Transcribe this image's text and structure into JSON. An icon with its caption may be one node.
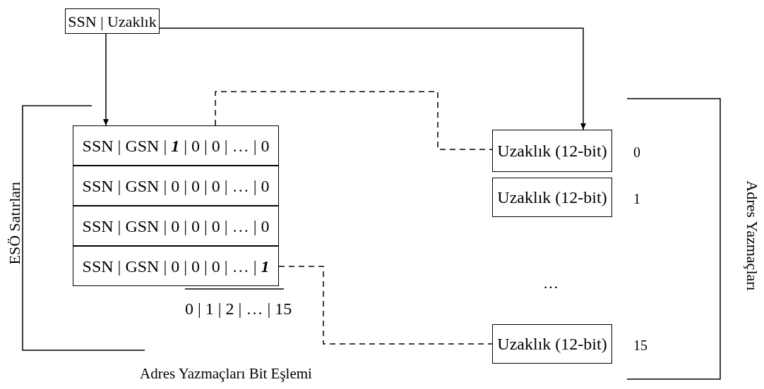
{
  "diagram": {
    "nodes": [
      {
        "text": [
          "SSN | Uzaklık"
        ]
      },
      {
        "text": [
          "SSN | GSN | **1** | 0 | 0 | … | 0"
        ]
      },
      {
        "text": [
          "SSN | GSN | 0 | 0 | 0 | … | 0"
        ]
      },
      {
        "text": [
          "SSN | GSN | 0 | 0 | 0 | … | 0"
        ]
      },
      {
        "text": [
          "SSN | GSN | 0 | 0 | 0 | … | **1**"
        ]
      },
      {
        "text": [
          "Uzaklık (12-bit)"
        ],
        "beside": [
          "0"
        ]
      },
      {
        "text": [
          "Uzaklık (12-bit)"
        ],
        "beside": [
          "1"
        ]
      },
      {
        "text": [
          "Uzaklık (12-bit)"
        ],
        "beside": [
          "15"
        ]
      }
    ],
    "edges": [
      {
        "from": 0,
        "to": 1,
        "arrow": "to"
      },
      {
        "from": 0,
        "to": 5,
        "arrow": "to"
      },
      {
        "from": 1,
        "to": 5,
        "arrow": "none",
        "style": "dashed"
      },
      {
        "from": 4,
        "to": 7,
        "arrow": "none",
        "style": "dashed"
      }
    ],
    "labels": [
      "ESÖ Satırları",
      "0 | 1 | 2 | … | 15",
      "…",
      "Adres Yazmaçları Bit Eşlemi",
      "Adres Yazmaçları"
    ]
  }
}
